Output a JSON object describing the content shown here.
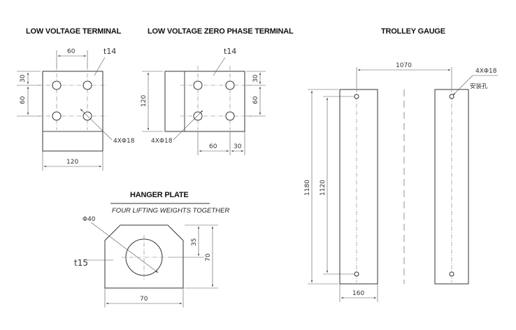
{
  "titles": {
    "low_voltage_terminal": "LOW VOLTAGE TERMINAL",
    "low_voltage_zero_phase_terminal": "LOW VOLTAGE ZERO PHASE TERMINAL",
    "trolley_gauge": "TROLLEY GAUGE",
    "hanger_plate": "HANGER PLATE",
    "hanger_plate_note": "FOUR LIFTING WEIGHTS TOGETHER"
  },
  "lv_terminal": {
    "dim_top": "60",
    "thickness": "t14",
    "dim_left_top": "30",
    "dim_left_mid": "60",
    "holes": "4XΦ18",
    "dim_bottom": "120"
  },
  "lv_zero_terminal": {
    "thickness": "t14",
    "dim_left": "120",
    "dim_right_top": "30",
    "dim_right_mid": "60",
    "holes": "4XΦ18",
    "dim_bottom_a": "60",
    "dim_bottom_b": "30"
  },
  "trolley": {
    "dim_top": "1070",
    "holes": "4XΦ18",
    "hole_note": "安装孔",
    "dim_outer": "1180",
    "dim_inner": "1120",
    "dim_bottom": "160"
  },
  "hanger": {
    "hole_dia": "Φ40",
    "dim_hole_center": "35",
    "dim_height": "70",
    "thickness": "t15",
    "dim_width": "70"
  }
}
